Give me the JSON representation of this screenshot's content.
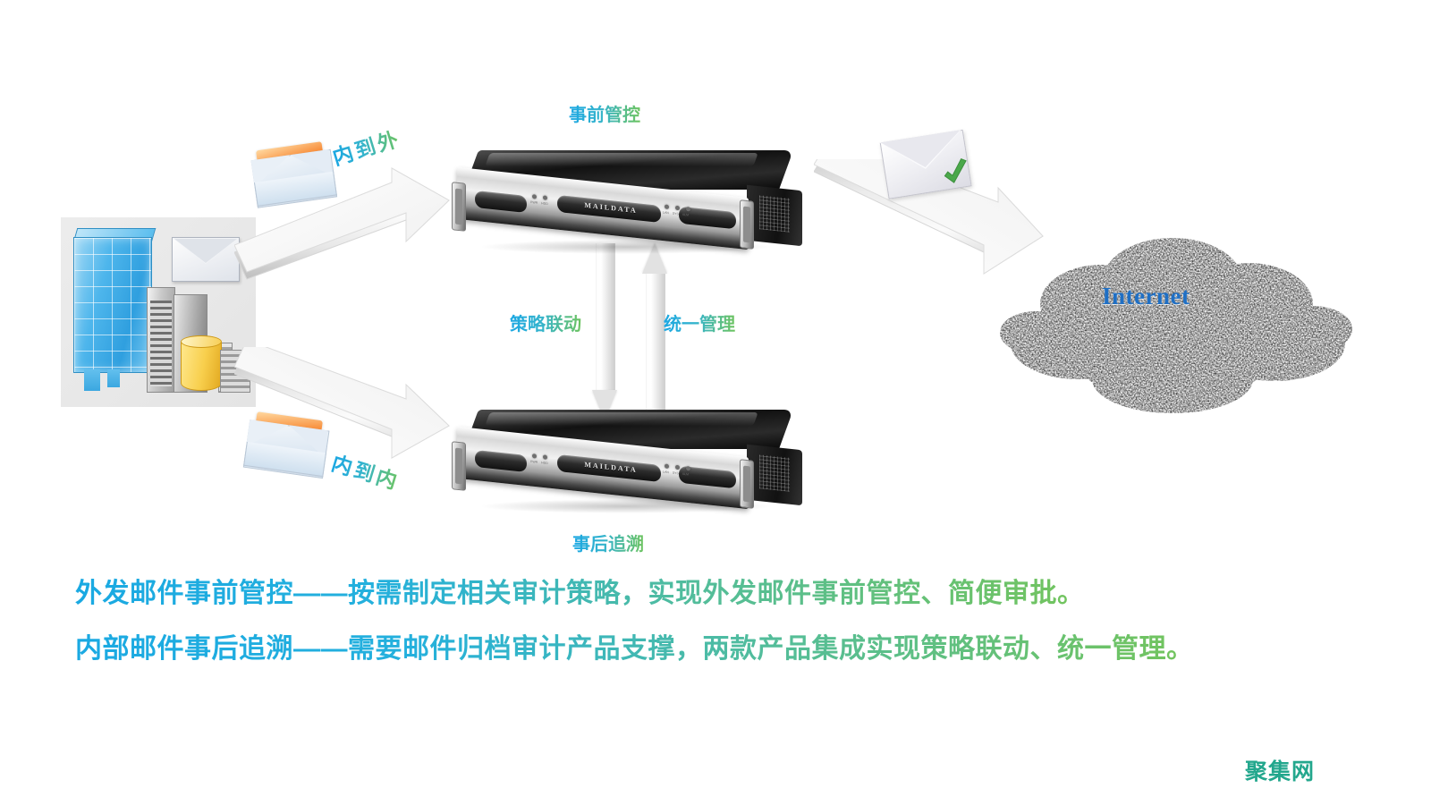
{
  "diagram": {
    "title_labels": {
      "pre_control": "事前管控",
      "post_trace": "事后追溯",
      "policy_linkage": "策略联动",
      "unified_management": "统一管理",
      "inside_to_outside": "内到外",
      "inside_to_inside": "内到内"
    },
    "nodes": {
      "enterprise": {
        "name": "enterprise-network-illustration"
      },
      "server_top": {
        "brand": "MAILDATA",
        "role": "事前管控"
      },
      "server_bottom": {
        "brand": "MAILDATA",
        "role": "事后追溯"
      },
      "cloud": {
        "label": "Internet"
      }
    },
    "captions": [
      "外发邮件事前管控——按需制定相关审计策略，实现外发邮件事前管控、简便审批。",
      "内部邮件事后追溯——需要邮件归档审计产品支撑，两款产品集成实现策略联动、统一管理。"
    ],
    "watermark": "聚集网",
    "colors": {
      "accent_blue": "#1ba8e0",
      "accent_green": "#6cbe5c",
      "internet_blue": "#1f6fc4",
      "watermark_teal": "#23a78d"
    }
  }
}
